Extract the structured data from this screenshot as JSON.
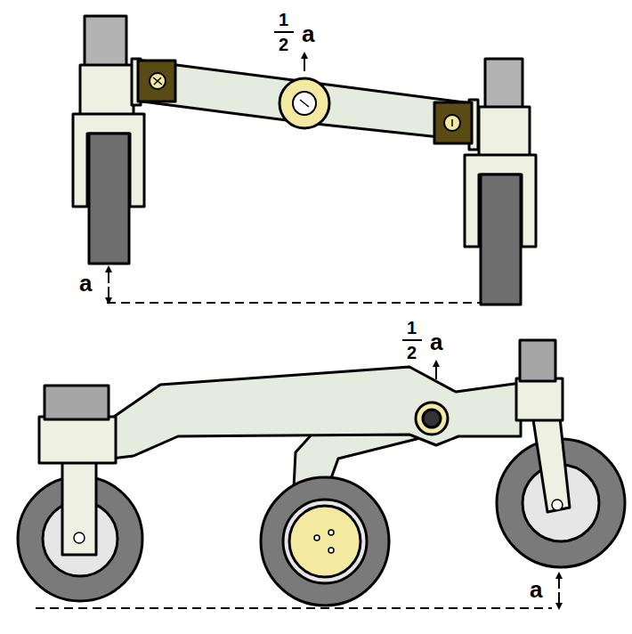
{
  "diagram": {
    "labels": [
      "1",
      "2",
      "a",
      "a",
      "1",
      "2",
      "a",
      "a"
    ]
  }
}
